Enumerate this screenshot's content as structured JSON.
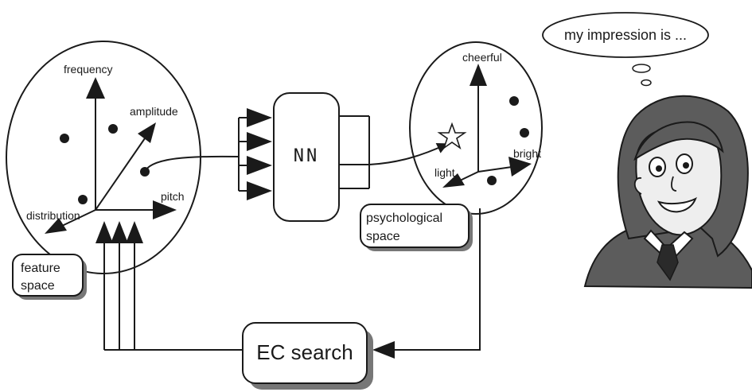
{
  "feature_space": {
    "axes": {
      "frequency": "frequency",
      "amplitude": "amplitude",
      "pitch": "pitch",
      "distribution": "distribution"
    },
    "box_label_line1": "feature",
    "box_label_line2": "space"
  },
  "network": {
    "label": "NN"
  },
  "psychological_space": {
    "axes": {
      "cheerful": "cheerful",
      "bright": "bright",
      "light": "light"
    },
    "box_label_line1": "psychological",
    "box_label_line2": "space"
  },
  "search": {
    "label": "EC search"
  },
  "thought": {
    "text": "my impression is ..."
  },
  "colors": {
    "ink": "#1a1a1a",
    "shadow": "#777777",
    "person_fill": "#5c5c5c",
    "face_fill": "#eeeeee"
  }
}
